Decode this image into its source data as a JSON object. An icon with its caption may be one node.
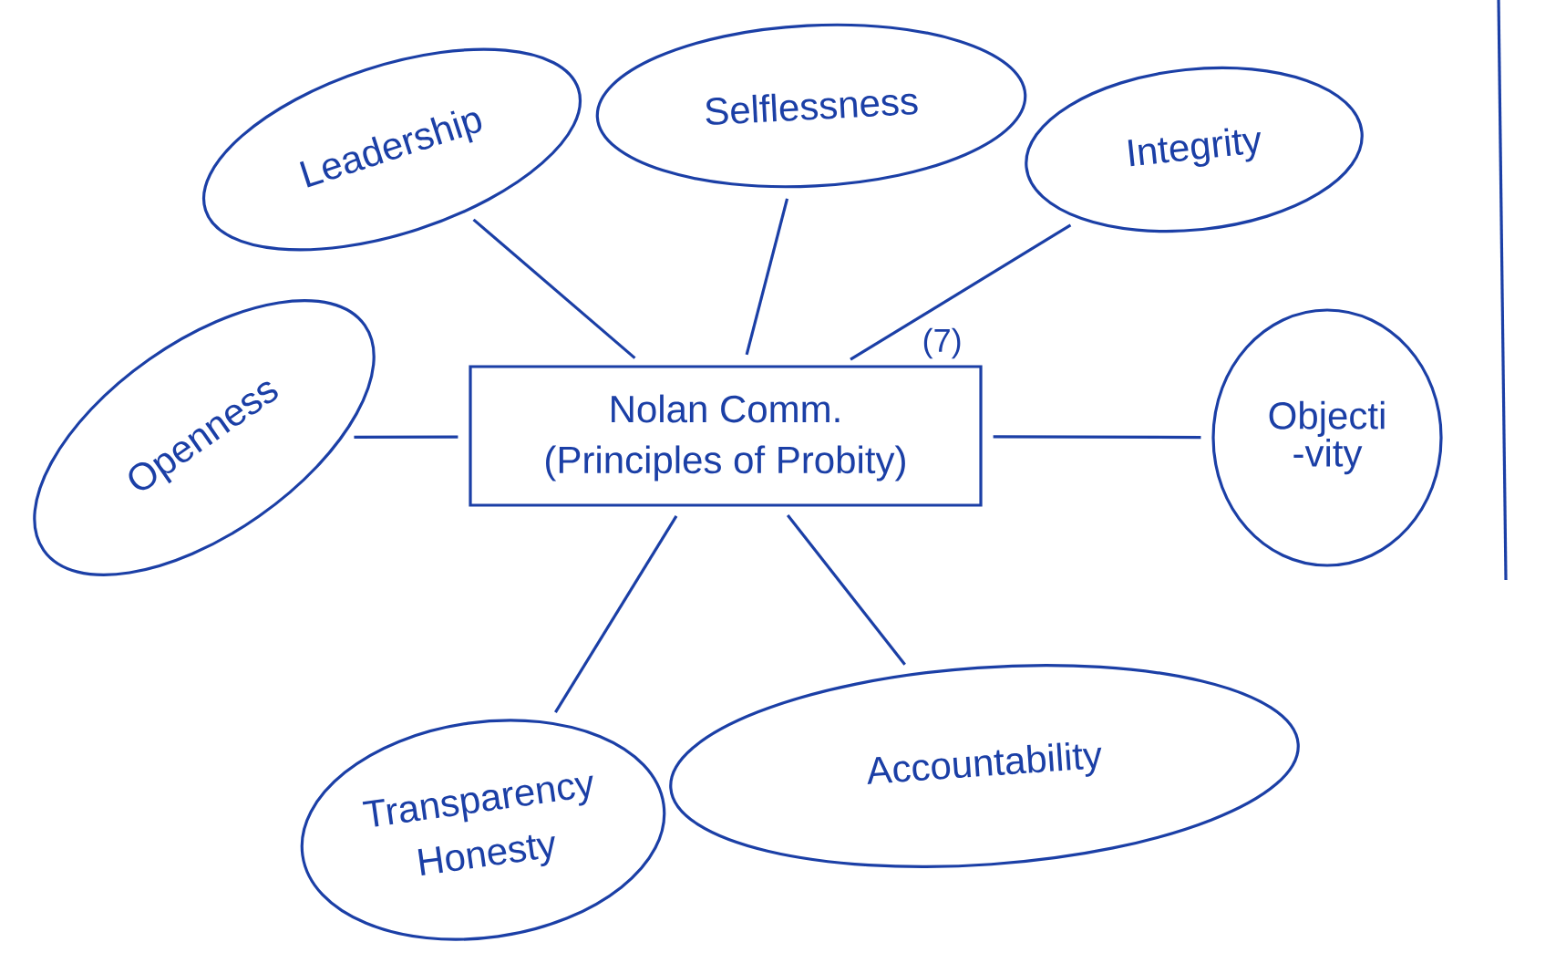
{
  "diagram": {
    "nodes": [
      {
        "text": [
          "Leadership"
        ]
      },
      {
        "text": [
          "Selflessness"
        ]
      },
      {
        "text": [
          "Integrity"
        ]
      },
      {
        "text": [
          "Openness"
        ]
      },
      {
        "text": [
          "Nolan Comm.",
          "(Principles of Probity)"
        ],
        "beside": [
          "(7)"
        ]
      },
      {
        "text": [
          "Objecti -vity"
        ]
      },
      {
        "text": [
          "Transparency",
          "Honesty"
        ]
      },
      {
        "text": [
          "Accountability"
        ]
      }
    ],
    "edges": [
      {
        "from": 4,
        "to": 0,
        "arrow": "none"
      },
      {
        "from": 4,
        "to": 1,
        "arrow": "none"
      },
      {
        "from": 4,
        "to": 2,
        "arrow": "none"
      },
      {
        "from": 4,
        "to": 3,
        "arrow": "none"
      },
      {
        "from": 4,
        "to": 5,
        "arrow": "none"
      },
      {
        "from": 4,
        "to": 6,
        "arrow": "none"
      },
      {
        "from": 4,
        "to": 7,
        "arrow": "none"
      }
    ]
  }
}
